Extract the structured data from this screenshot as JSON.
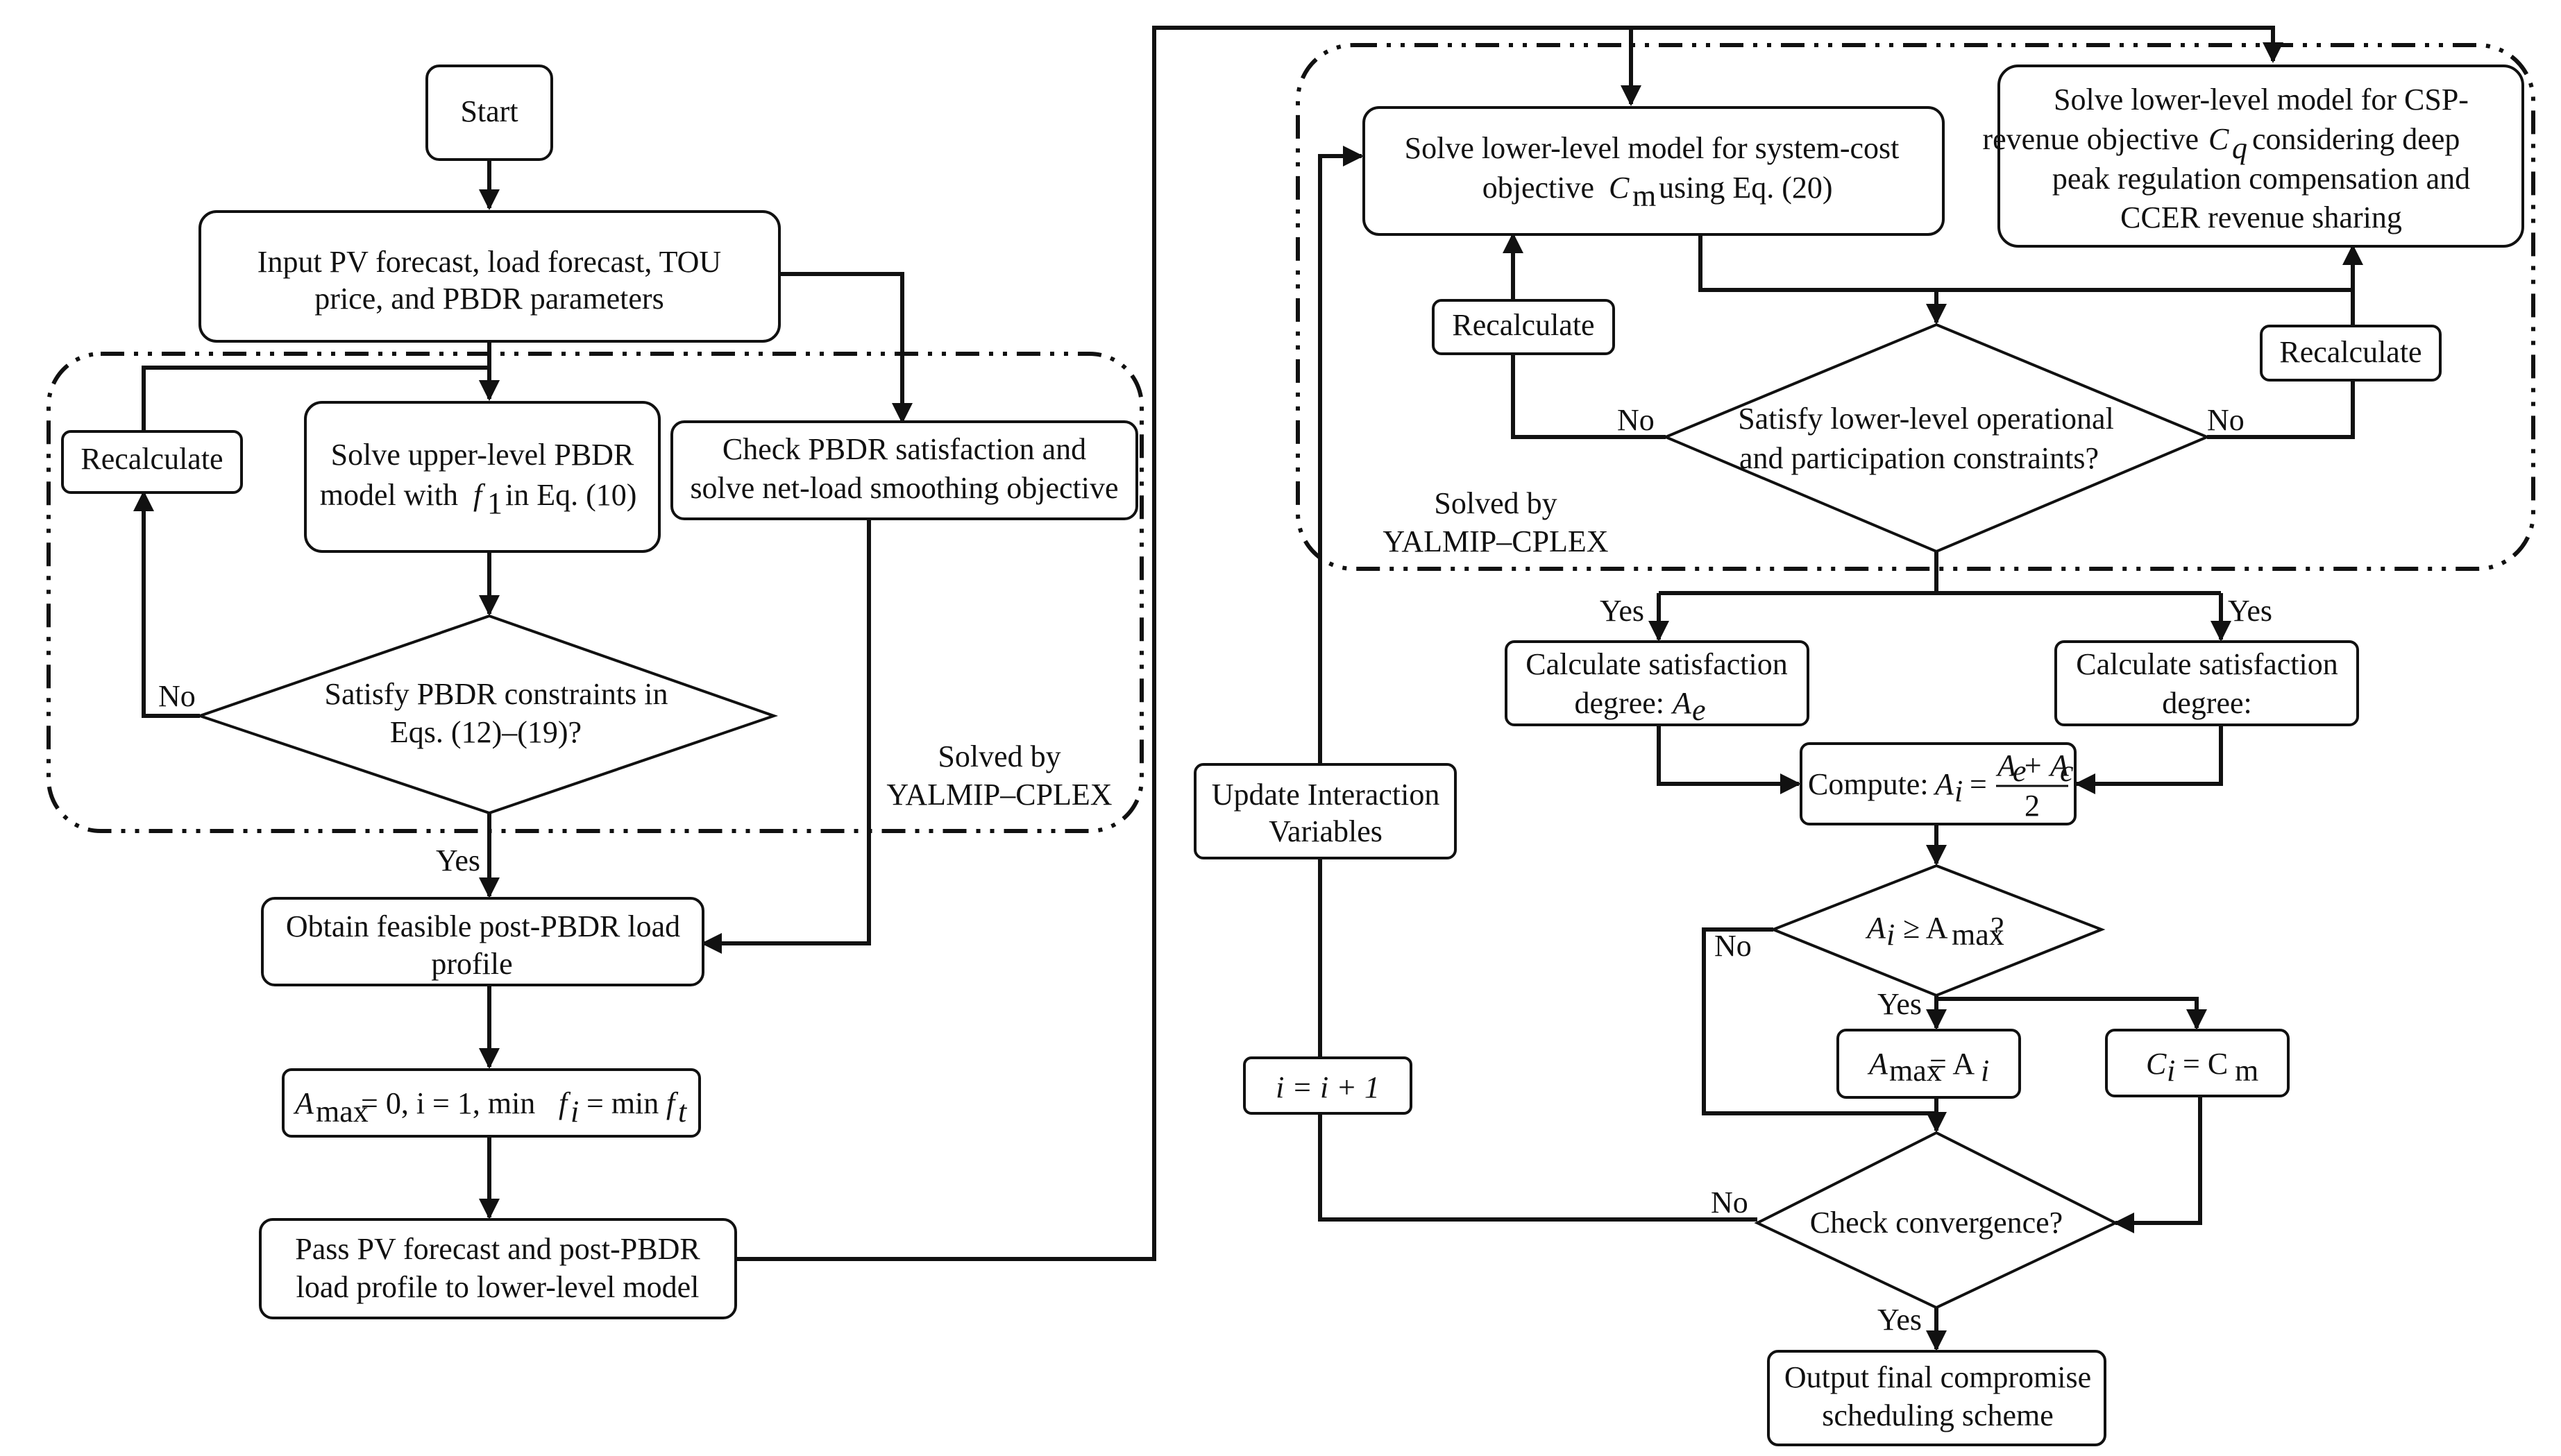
{
  "start": "Start",
  "input": {
    "line1": "Input PV forecast, load forecast, TOU",
    "line2": "price, and PBDR parameters"
  },
  "recalc_upper": "Recalculate",
  "solve_upper": {
    "line1": "Solve upper-level PBDR",
    "line2a": "model with",
    "sym": "f",
    "sub": "1",
    "line2b": "in Eq. (10)"
  },
  "check_pbdr": {
    "line1": "Check PBDR satisfaction and",
    "line2": "solve net-load smoothing objective"
  },
  "cond_upper": {
    "line1": "Satisfy PBDR constraints in",
    "line2": "Eqs. (12)–(19)?"
  },
  "no": "No",
  "yes": "Yes",
  "solved_by_upper": {
    "line1": "Solved by",
    "line2": "YALMIP–CPLEX"
  },
  "feasible": {
    "line1": "Obtain feasible post-PBDR load",
    "line2": "profile"
  },
  "init_formula": {
    "A": "A",
    "max": "max",
    "rest": "= 0, i = 1, min",
    "f": "f",
    "i": "i",
    "eq": "= min",
    "f2": "f",
    "t": "t"
  },
  "pass": {
    "line1": "Pass PV forecast and post-PBDR",
    "line2": "load profile to lower-level model"
  },
  "solve_lower_cost": {
    "line1": "Solve lower-level model for system-cost",
    "line2a": "objective",
    "sym": "C",
    "sub": "m",
    "line2b": "using Eq. (20)"
  },
  "solve_lower_csp": {
    "line1": "Solve lower-level model for CSP-",
    "line2a": "revenue objective",
    "sym": "C",
    "sub": "q",
    "line2b": "considering deep",
    "line3": "peak regulation compensation and",
    "line4": "CCER revenue sharing"
  },
  "recalc_left": "Recalculate",
  "recalc_right": "Recalculate",
  "cond_lower": {
    "line1": "Satisfy lower-level operational",
    "line2": "and participation constraints?"
  },
  "solved_by_lower": {
    "line1": "Solved by",
    "line2": "YALMIP–CPLEX"
  },
  "sat_left": {
    "line1": "Calculate satisfaction",
    "line2": "degree:",
    "sym": "A",
    "sub": "e"
  },
  "sat_right": {
    "line1": "Calculate satisfaction",
    "line2": "degree:"
  },
  "compute": {
    "label": "Compute:",
    "lhs": "A",
    "lhs_sub": "i",
    "eq": "=",
    "num": "A",
    "num_sub1": "e",
    "plus": "+ A",
    "num_sub2": "c",
    "den": "2"
  },
  "cond_max": {
    "A": "A",
    "i": "i",
    "ge": "≥ A",
    "max": "max",
    "q": "?"
  },
  "amax_box": {
    "A": "A",
    "max": "max",
    "eq": "= A",
    "i": "i"
  },
  "ci_box": {
    "C": "C",
    "i": "i",
    "eq": "= C",
    "m": "m"
  },
  "update": {
    "line1": "Update Interaction",
    "line2": "Variables"
  },
  "iter": {
    "text": "i = i + 1"
  },
  "cond_conv": "Check convergence?",
  "output": {
    "line1": "Output final compromise",
    "line2": "scheduling scheme"
  }
}
